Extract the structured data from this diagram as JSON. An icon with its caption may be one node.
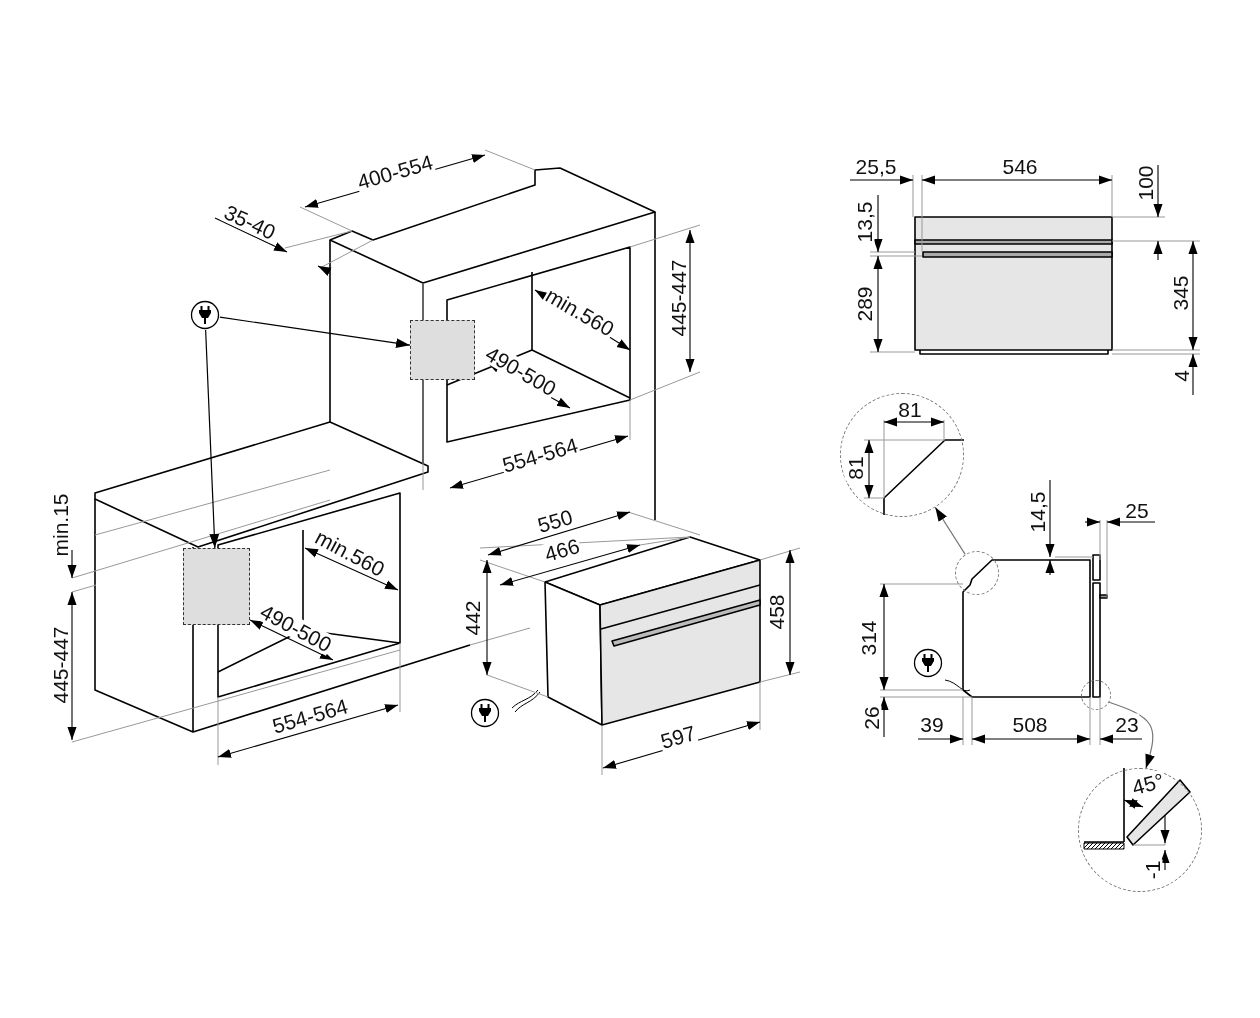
{
  "diagram": {
    "nodes": [
      {
        "text": [],
        "shape": "picture"
      },
      {
        "text": [],
        "shape": "box"
      },
      {
        "text": [],
        "shape": "box"
      },
      {
        "text": [],
        "shape": "circle"
      },
      {
        "text": [],
        "shape": "circle"
      },
      {
        "text": [],
        "shape": "circle"
      },
      {
        "text": [],
        "shape": "circle"
      }
    ],
    "edges": [
      {
        "from": 0,
        "to": 1,
        "arrow": "to"
      },
      {
        "from": 0,
        "to": 2,
        "arrow": "to"
      },
      {
        "from": 4,
        "to": 3,
        "arrow": "to",
        "color": "#777777"
      },
      {
        "from": 5,
        "to": 6,
        "arrow": "to",
        "color": "#777777"
      }
    ],
    "labels": [
      "400-554",
      "35-40",
      "445-447",
      "min.560",
      "490-500",
      "554-564",
      "min.15",
      "min.560",
      "490-500",
      "445-447",
      "554-564",
      "550",
      "466",
      "442",
      "458",
      "597",
      "25,5",
      "546",
      "100",
      "13,5",
      "289",
      "345",
      "4",
      "81",
      "81",
      "14,5",
      "25",
      "314",
      "26",
      "39",
      "508",
      "23",
      "45°",
      "-1"
    ]
  }
}
